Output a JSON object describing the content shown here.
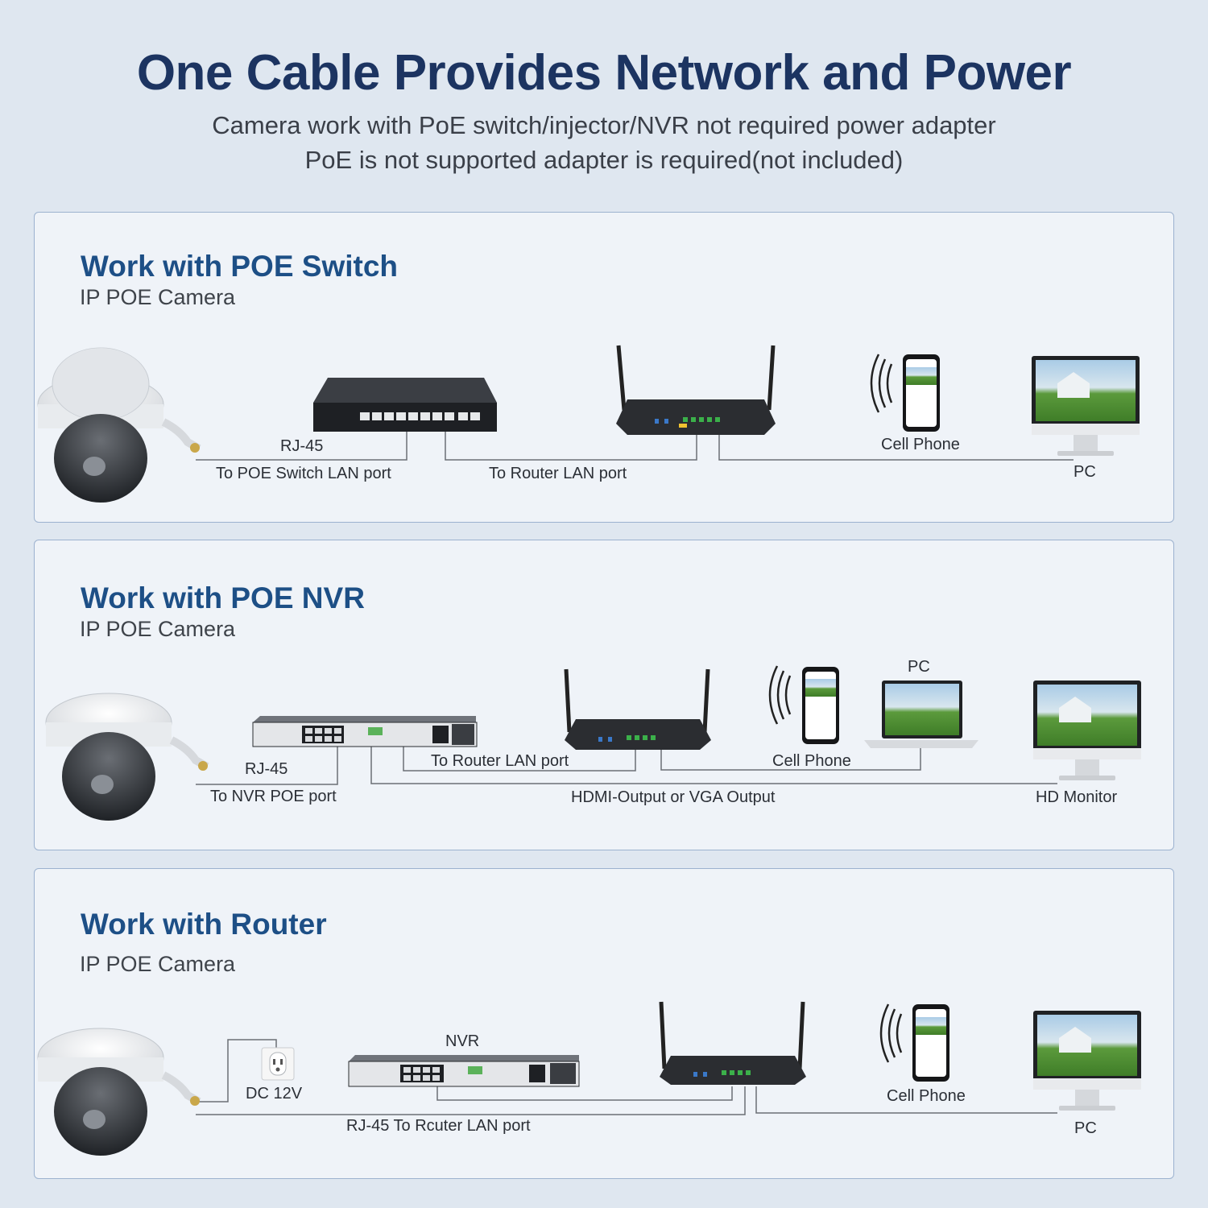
{
  "header": {
    "title": "One Cable Provides Network and Power",
    "subtitle_line1": "Camera work with PoE switch/injector/NVR not required power adapter",
    "subtitle_line2": "PoE is not supported adapter is required(not included)"
  },
  "panels": [
    {
      "title": "Work with POE Switch",
      "subtitle": "IP POE Camera",
      "labels": {
        "rj45": "RJ-45",
        "switch_port": "To POE Switch LAN port",
        "router_port": "To Router LAN port",
        "cell_phone": "Cell Phone",
        "pc": "PC"
      }
    },
    {
      "title": "Work with POE NVR",
      "subtitle": "IP POE Camera",
      "labels": {
        "rj45": "RJ-45",
        "nvr_port": "To NVR POE port",
        "router_port": "To Router LAN port",
        "cell_phone": "Cell Phone",
        "pc": "PC",
        "output": "HDMI-Output or VGA Output",
        "monitor": "HD Monitor"
      }
    },
    {
      "title": "Work with Router",
      "subtitle": "IP POE Camera",
      "labels": {
        "dc": "DC 12V",
        "nvr": "NVR",
        "router_port": "RJ-45 To Rcuter LAN port",
        "cell_phone": "Cell Phone",
        "pc": "PC"
      }
    }
  ],
  "colors": {
    "title": "#1c3461",
    "panel_title": "#1d4f86",
    "panel_border": "#9cb2cf",
    "panel_bg": "#eff3f8",
    "line": "#6b6f75"
  }
}
